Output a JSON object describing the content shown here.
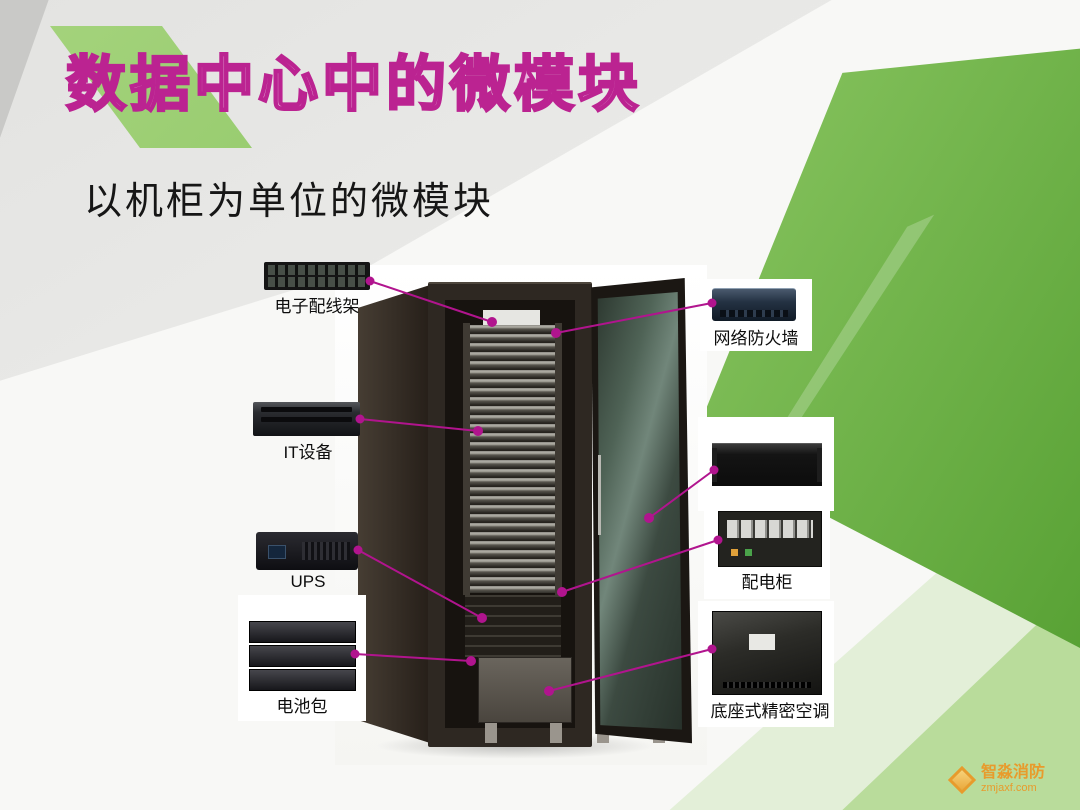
{
  "slide": {
    "title": "数据中心中的微模块",
    "subtitle": "以机柜为单位的微模块"
  },
  "diagram": {
    "left_components": [
      {
        "id": "patch-panel",
        "label": "电子配线架"
      },
      {
        "id": "it-equipment",
        "label": "IT设备"
      },
      {
        "id": "ups",
        "label": "UPS"
      },
      {
        "id": "battery-pack",
        "label": "电池包"
      }
    ],
    "right_components": [
      {
        "id": "firewall",
        "label": "网络防火墙"
      },
      {
        "id": "rack-device",
        "label": ""
      },
      {
        "id": "pdu-cabinet",
        "label": "配电柜"
      },
      {
        "id": "precision-ac",
        "label": "底座式精密空调"
      }
    ]
  },
  "logo": {
    "name": "智淼消防",
    "site": "zmjaxf.com"
  },
  "colors": {
    "callout": "#b1148e",
    "title_stroke": "#bb2391",
    "green": "#529d2f",
    "logo_orange": "#e89b2c"
  }
}
